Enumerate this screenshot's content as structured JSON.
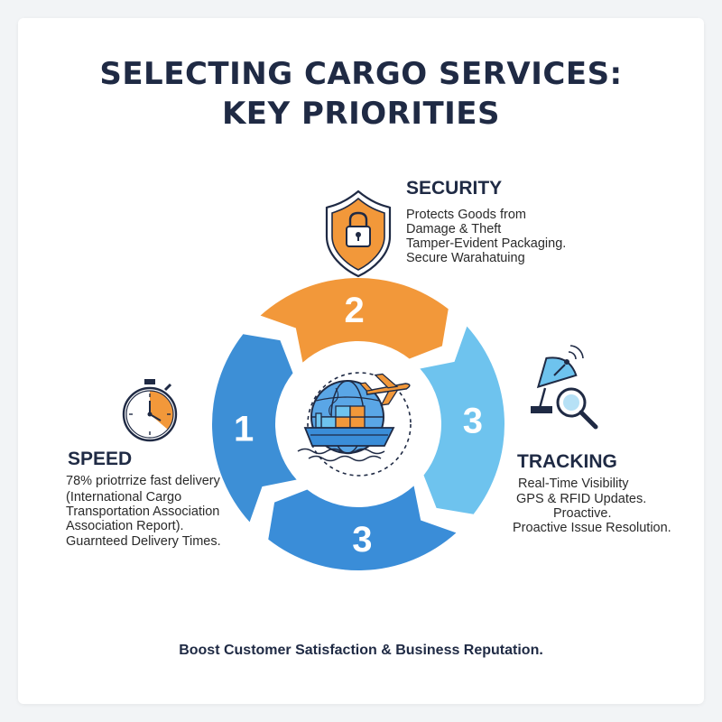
{
  "title": {
    "line1": "SELECTING CARGO SERVICES:",
    "line2": "KEY PRIORITIES"
  },
  "cycle": {
    "segments": [
      {
        "number": "1",
        "color": "#3d8fd6"
      },
      {
        "number": "2",
        "color": "#f2983a"
      },
      {
        "number": "3",
        "color": "#6ec3ee"
      },
      {
        "number": "3",
        "color": "#3a8dd8"
      }
    ]
  },
  "security": {
    "heading": "SECURITY",
    "lines": [
      "Protects Goods from",
      "Damage & Theft",
      "Tamper-Evident Packaging.",
      "Secure Warahatuing"
    ],
    "icon": "shield-lock-icon"
  },
  "speed": {
    "heading": "SPEED",
    "lines": [
      "78% priotrrize fast delivery",
      "(International Cargo",
      "Transportation Association",
      "Association Report).",
      "Guarnteed Delivery Times."
    ],
    "icon": "stopwatch-icon"
  },
  "tracking": {
    "heading": "TRACKING",
    "lines": [
      "Real-Time Visibility",
      "GPS & RFID Updates.",
      "Proactive.",
      "Proactive Issue Resolution."
    ],
    "icon": "satellite-magnifier-icon"
  },
  "center_icon": "globe-ship-plane-icon",
  "footer": "Boost Customer Satisfaction & Business Reputation.",
  "colors": {
    "navy": "#1f2a44",
    "orange": "#f2983a",
    "blue": "#3d8fd6",
    "light_blue": "#6ec3ee"
  }
}
